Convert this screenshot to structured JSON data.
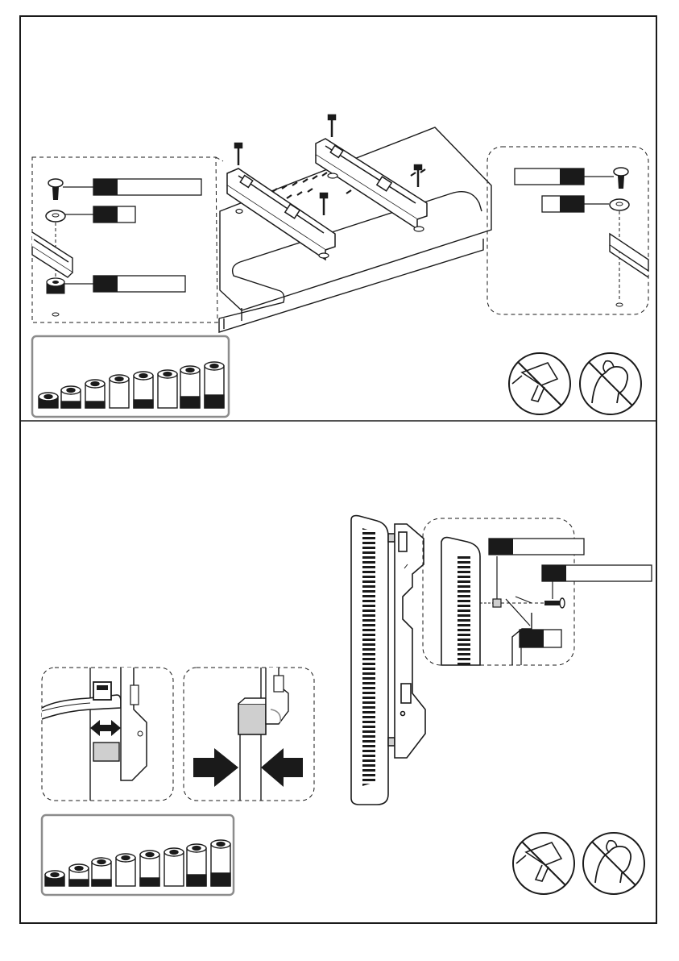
{
  "document": {
    "panels": [
      {
        "kind": "mount-bracket-to-tv",
        "callout_boxes": 5,
        "spacer_sizes": 8,
        "warnings": [
          "no-power-drill-icon",
          "no-overtightening-icon"
        ]
      },
      {
        "kind": "hang-tv-on-wall-plate",
        "callout_boxes": 3,
        "spacer_sizes": 8,
        "warnings": [
          "no-power-drill-icon",
          "no-overtightening-icon"
        ]
      }
    ]
  },
  "colors": {
    "ink": "#1a1a1a",
    "label_fill": "#1a1a1a",
    "panel_border": "#8c8c8c",
    "spacer_box_border": "#8c8c8c",
    "gray_fill": "#cfcfcf"
  }
}
